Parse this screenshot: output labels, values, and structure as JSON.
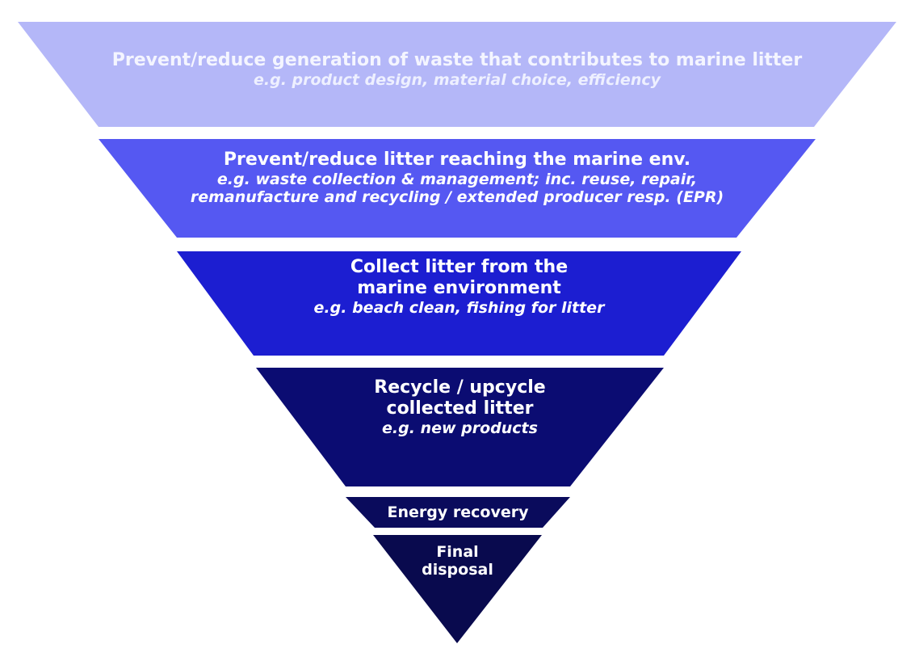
{
  "tiers": [
    {
      "title": "Prevent/reduce generation of waste that contributes to marine litter",
      "subtitle_lines": [
        "e.g. product design, material choice, efficiency"
      ],
      "color": "#b4b7f8"
    },
    {
      "title": "Prevent/reduce litter reaching the marine env.",
      "subtitle_lines": [
        "e.g. waste collection & management; inc. reuse, repair,",
        "remanufacture and recycling / extended producer resp. (EPR)"
      ],
      "color": "#5558f2"
    },
    {
      "title_lines": [
        "Collect litter from the",
        "marine environment"
      ],
      "subtitle_lines": [
        "e.g. beach clean, fishing for litter"
      ],
      "color": "#1c1ed1"
    },
    {
      "title_lines": [
        "Recycle / upcycle",
        "collected litter"
      ],
      "subtitle_lines": [
        "e.g. new products"
      ],
      "color": "#0b0c72"
    },
    {
      "title": "Energy recovery",
      "color": "#0a0b5c"
    },
    {
      "title_lines": [
        "Final",
        "disposal"
      ],
      "color": "#090a4e"
    }
  ]
}
